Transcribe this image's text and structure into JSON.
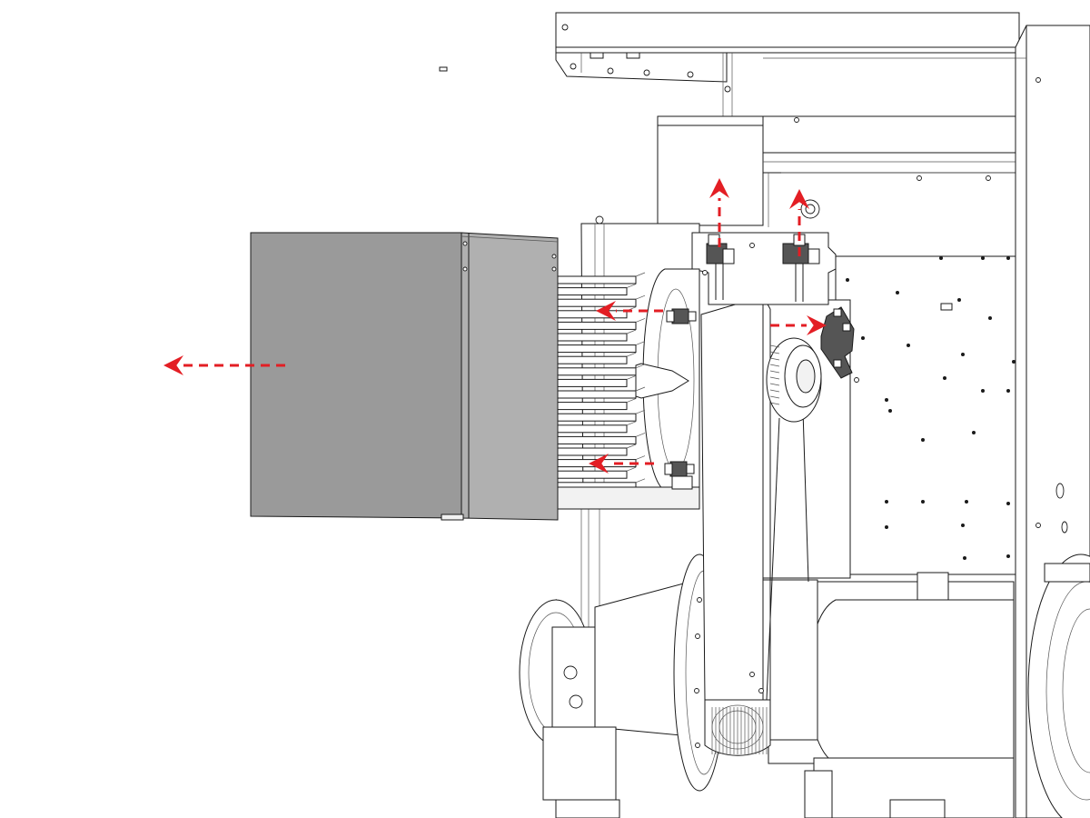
{
  "colors": {
    "arrow": "#e31e24",
    "cover": "#9a9a9a",
    "cover_side": "#b0b0b0",
    "line": "#1a1a1a",
    "bracket": "#555555"
  },
  "labels": {
    "motor_plate_tiny": "",
    "right_panel_tiny": ""
  },
  "arrows": [
    {
      "id": "cover-removal",
      "direction": "left"
    },
    {
      "id": "upper-bolt-removal",
      "direction": "left"
    },
    {
      "id": "lower-bolt-removal",
      "direction": "left"
    },
    {
      "id": "left-bracket-lift",
      "direction": "up"
    },
    {
      "id": "right-bracket-lift",
      "direction": "up"
    },
    {
      "id": "tensioner-removal",
      "direction": "right"
    }
  ]
}
